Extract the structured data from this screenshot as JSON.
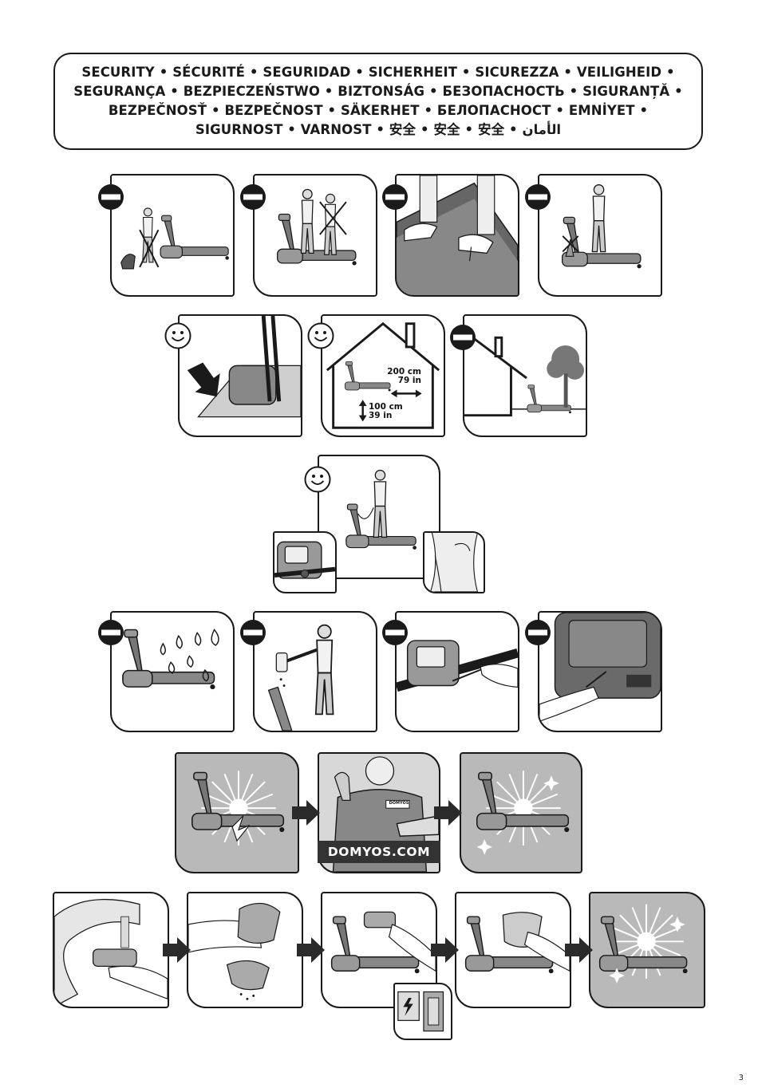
{
  "header": {
    "lines": [
      "SECURITY • SÉCURITÉ • SEGURIDAD • SICHERHEIT • SICUREZZA • VEILIGHEID •",
      "SEGURANÇA • BEZPIECZEŃSTWO • BIZTONSÁG • БЕЗОПАСНОСТЬ • SIGURANȚĂ •",
      "BEZPEČNOSŤ • BEZPEČNOST • SÄKERHET • БЕЛОПАСНОСТ • EMNİYET •",
      "SIGURNOST • VARNOST • 安全 • 安全 • 安全 • الأمان"
    ]
  },
  "space_requirements": {
    "side_clearance_cm": "200 cm",
    "side_clearance_in": "79 in",
    "rear_clearance_cm": "100 cm",
    "rear_clearance_in": "39 in"
  },
  "service": {
    "website_label": "DOMYOS.COM",
    "mechanic_patch": "DOMYOS"
  },
  "page": {
    "number": "3"
  },
  "icons": {
    "prohibited": "no-entry-sign-icon",
    "approved": "smiley-face-icon",
    "next_step": "right-arrow-icon"
  },
  "colors": {
    "ink": "#1a1a1a",
    "panel_grey": "#b9b9b9",
    "label_dark": "#333333",
    "page": "#ffffff"
  }
}
